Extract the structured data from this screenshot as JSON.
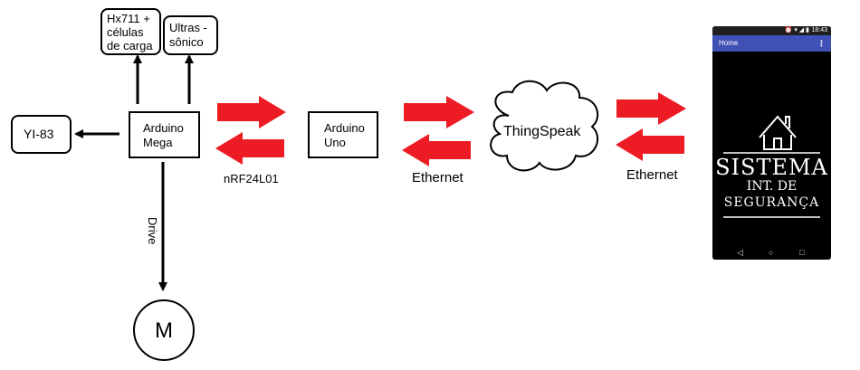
{
  "nodes": {
    "hx711": "Hx711 + células de carga",
    "ultrassonico": "Ultras - sônico",
    "yi83": "YI-83",
    "arduino_mega": "Arduino Mega",
    "arduino_uno": "Arduino Uno",
    "thingspeak": "ThingSpeak",
    "motor": "M"
  },
  "edge_labels": {
    "nrf": "nRF24L01",
    "ethernet_1": "Ethernet",
    "ethernet_2": "Ethernet",
    "drive": "Drive"
  },
  "colors": {
    "arrow_red": "#ed1c24",
    "line_black": "#000000",
    "app_bar": "#3f51b5"
  },
  "phone": {
    "status_time": "18:43",
    "status_icons": "⏰ ▾ ◢ ▮",
    "app_title": "Home",
    "menu_icon": "⋮",
    "logo_line1": "SISTEMA",
    "logo_line2": "INT. DE",
    "logo_line3": "SEGURANÇA",
    "nav_back": "◁",
    "nav_home": "○",
    "nav_recent": "□"
  }
}
